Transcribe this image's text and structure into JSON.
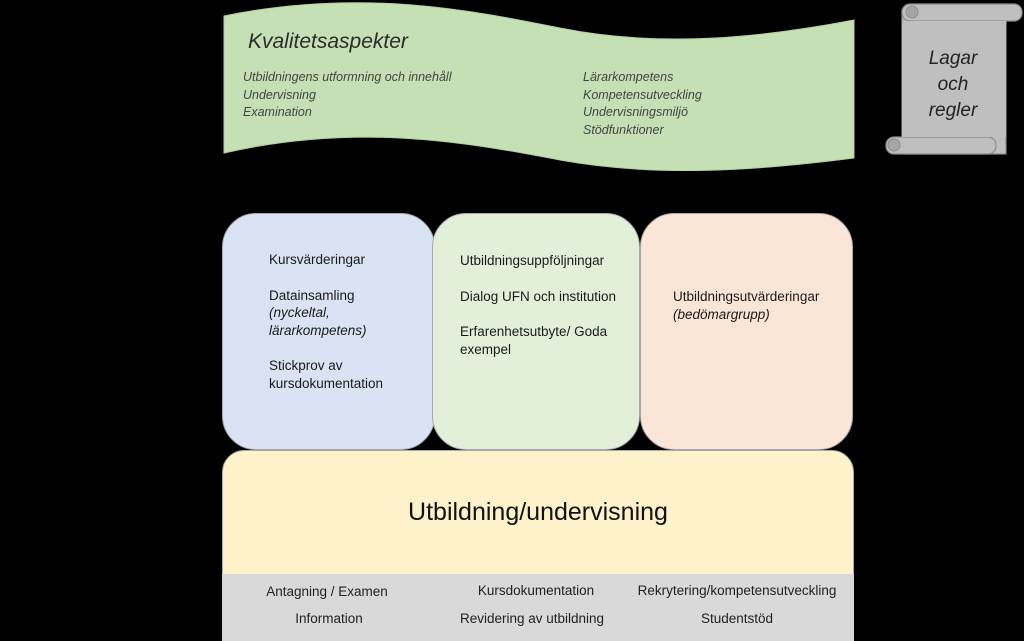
{
  "quality": {
    "title": "Kvalitetsaspekter",
    "left_items": [
      "Utbildningens utformning och innehåll",
      "Undervisning",
      "Examination"
    ],
    "right_items": [
      "Lärarkompetens",
      "Kompetensutveckling",
      "Undervisningsmiljö",
      "Stödfunktioner"
    ]
  },
  "scroll": {
    "line1": "Lagar",
    "line2": "och",
    "line3": "regler"
  },
  "boxes": {
    "blue": {
      "item1": "Kursvärderingar",
      "item2": "Datainsamling",
      "item2_note": "(nyckeltal, lärarkompetens)",
      "item3": "Stickprov av kursdokumentation"
    },
    "green": {
      "item1": "Utbildningsuppföljningar",
      "item2": "Dialog UFN och institution",
      "item3": "Erfarenhetsutbyte/ Goda exempel"
    },
    "orange": {
      "item1": "Utbildningsutvärderingar",
      "item1_note": "(bedömargrupp)"
    }
  },
  "base": {
    "title": "Utbildning/undervisning",
    "row1": [
      "Antagning / Examen",
      "Kursdokumentation",
      "Rekrytering/kompetensutveckling"
    ],
    "row2": [
      "Information",
      "Revidering av utbildning",
      "Studentstöd"
    ]
  },
  "colors": {
    "wave": "#c5e0b4",
    "blue_box": "#dae3f3",
    "green_box": "#e2f0d9",
    "orange_box": "#fbe5d6",
    "base": "#fef2cb",
    "strip": "#d9d9d9",
    "scroll": "#bfbfbf"
  }
}
